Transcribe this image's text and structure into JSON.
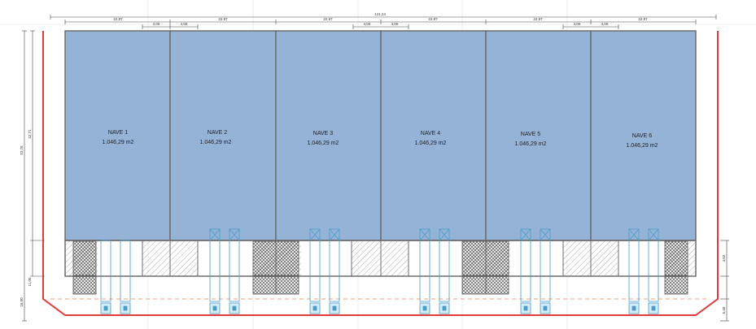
{
  "naves": [
    {
      "name": "NAVE 1",
      "area": "1.046,29 m2"
    },
    {
      "name": "NAVE 2",
      "area": "1.046,29 m2"
    },
    {
      "name": "NAVE 3",
      "area": "1.046,29 m2"
    },
    {
      "name": "NAVE 4",
      "area": "1.046,29 m2"
    },
    {
      "name": "NAVE 5",
      "area": "1.046,29 m2"
    },
    {
      "name": "NAVE 6",
      "area": "1.046,29 m2"
    }
  ],
  "dimensions": {
    "total_width": "141,24",
    "nave_width": "22,87",
    "dock_spacing": "4,00",
    "left_total": "53,76",
    "left_upper": "42,71",
    "left_lower": "11,05",
    "left_bottom": "16,00",
    "right_band": "4,02",
    "right_bottom": "5,40"
  },
  "colors": {
    "nave_fill": "#95b3d7",
    "nave_stroke": "#6d6d6d",
    "boundary": "#e03c3c",
    "dock": "#4a9cc9",
    "hatch": "#777777"
  }
}
